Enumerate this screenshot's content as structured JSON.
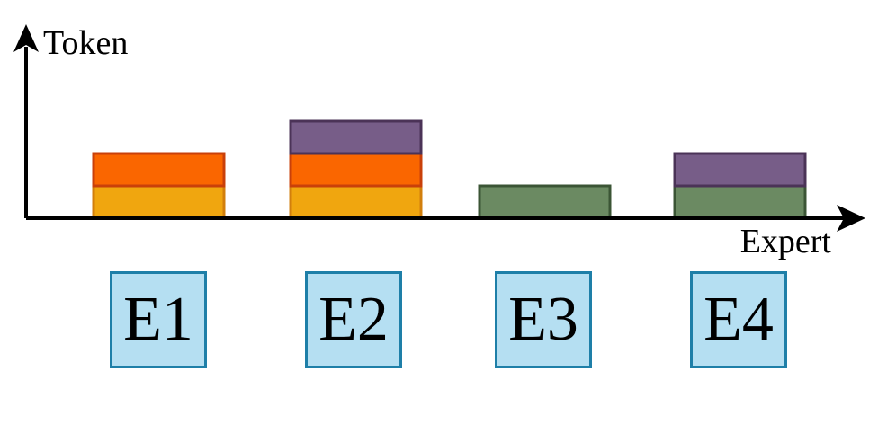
{
  "axes": {
    "y_label": "Token",
    "x_label": "Expert"
  },
  "colors": {
    "yellow_token": "#f0a60f",
    "orange_token": "#fa6600",
    "purple_token": "#775d88",
    "green_token": "#6b8a62",
    "expert_fill": "#b5dff2",
    "expert_border": "#1e7fa8"
  },
  "experts": [
    {
      "label": "E1",
      "tokens": [
        "yellow_token",
        "orange_token"
      ]
    },
    {
      "label": "E2",
      "tokens": [
        "yellow_token",
        "orange_token",
        "purple_token"
      ]
    },
    {
      "label": "E3",
      "tokens": [
        "green_token"
      ]
    },
    {
      "label": "E4",
      "tokens": [
        "green_token",
        "purple_token"
      ]
    }
  ]
}
